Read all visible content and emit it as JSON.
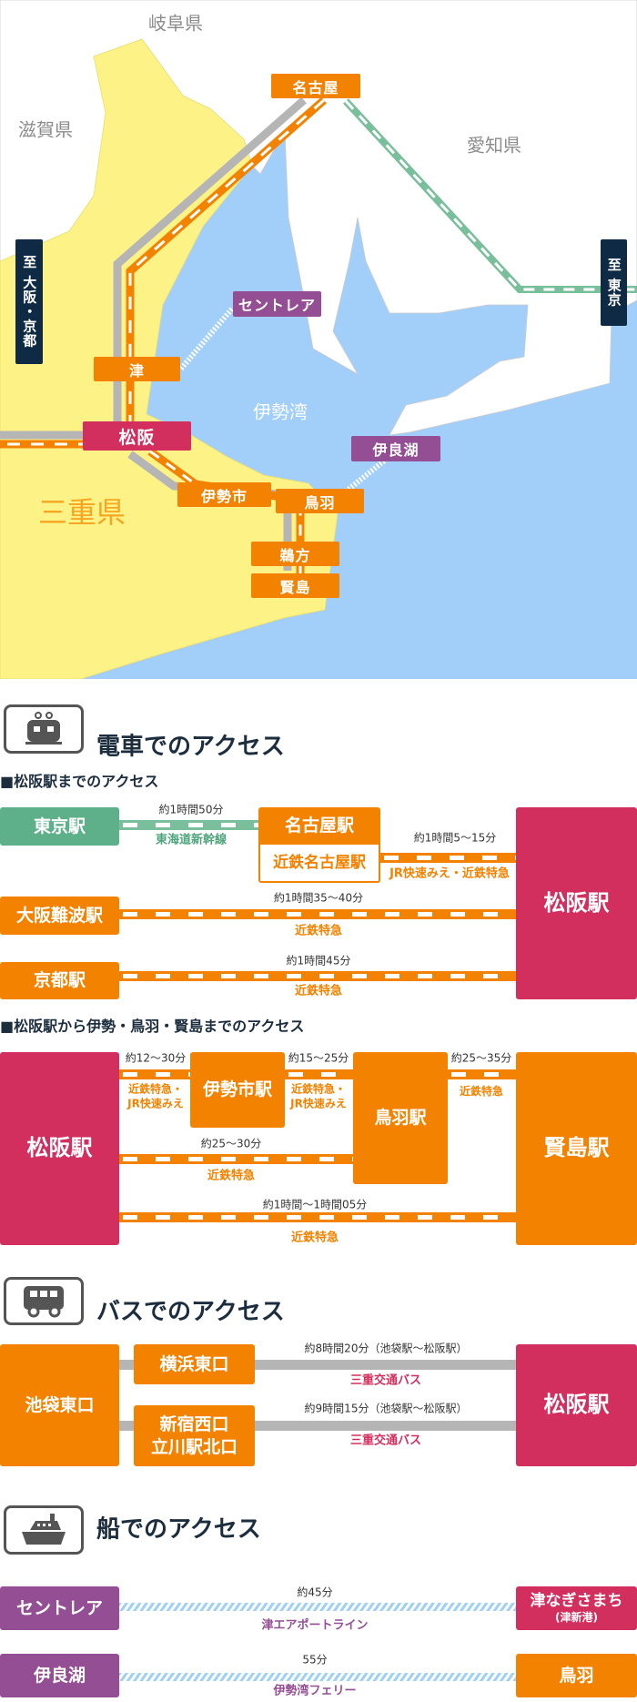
{
  "map": {
    "prefectures": {
      "gifu": "岐阜県",
      "shiga": "滋賀県",
      "aichi": "愛知県",
      "mie": "三重県",
      "bay": "伊勢湾"
    },
    "to_osaka_kyoto": "至 大阪・京都",
    "to_tokyo": "至 東京",
    "stations": {
      "nagoya": "名古屋",
      "tsu": "津",
      "matsusaka": "松阪",
      "iseshi": "伊勢市",
      "toba": "鳥羽",
      "ugata": "鵜方",
      "kashikojima": "賢島",
      "centrair": "セントレア",
      "irago": "伊良湖"
    },
    "colors": {
      "rail": "#f38200",
      "jr": "#b5b5b5",
      "shinkansen": "#5db08a",
      "sea": "#a2cefa",
      "mie": "#fdf285"
    }
  },
  "train": {
    "title": "電車でのアクセス",
    "sub1": "■松阪駅までのアクセス",
    "tokyo": "東京駅",
    "nagoya": "名古屋駅",
    "kintetsu_nagoya": "近鉄名古屋駅",
    "osaka": "大阪難波駅",
    "kyoto": "京都駅",
    "matsusaka": "松阪駅",
    "t_tokyo": "約1時間50分",
    "r_tokyo": "東海道新幹線",
    "t_nagoya": "約1時間5〜15分",
    "r_nagoya": "JR快速みえ・近鉄特急",
    "t_osaka": "約1時間35〜40分",
    "r_osaka": "近鉄特急",
    "t_kyoto": "約1時間45分",
    "r_kyoto": "近鉄特急",
    "sub2": "■松阪駅から伊勢・鳥羽・賢島までのアクセス",
    "iseshi": "伊勢市駅",
    "toba": "鳥羽駅",
    "kashikojima": "賢島駅",
    "t_m_ise": "約12〜30分",
    "r_m_ise": "近鉄特急・\nJR快速みえ",
    "t_ise_toba": "約15〜25分",
    "r_ise_toba": "近鉄特急・\nJR快速みえ",
    "t_toba_kashiko": "約25〜35分",
    "r_toba_kashiko": "近鉄特急",
    "t_m_toba": "約25〜30分",
    "r_m_toba": "近鉄特急",
    "t_m_kashiko": "約1時間〜1時間05分",
    "r_m_kashiko": "近鉄特急"
  },
  "bus": {
    "title": "バスでのアクセス",
    "ikebukuro": "池袋東口",
    "yokohama": "横浜東口",
    "shinjuku": "新宿西口\n立川駅北口",
    "matsusaka": "松阪駅",
    "t1": "約8時間20分（池袋駅〜松阪駅）",
    "r1": "三重交通バス",
    "t2": "約9時間15分（池袋駅〜松阪駅）",
    "r2": "三重交通バス"
  },
  "ship": {
    "title": "船でのアクセス",
    "centrair": "セントレア",
    "tsu_nagisa": "津なぎさまち",
    "tsu_nagisa_sub": "(津新港)",
    "t1": "約45分",
    "r1": "津エアポートライン",
    "irago": "伊良湖",
    "toba": "鳥羽",
    "t2": "55分",
    "r2": "伊勢湾フェリー"
  }
}
